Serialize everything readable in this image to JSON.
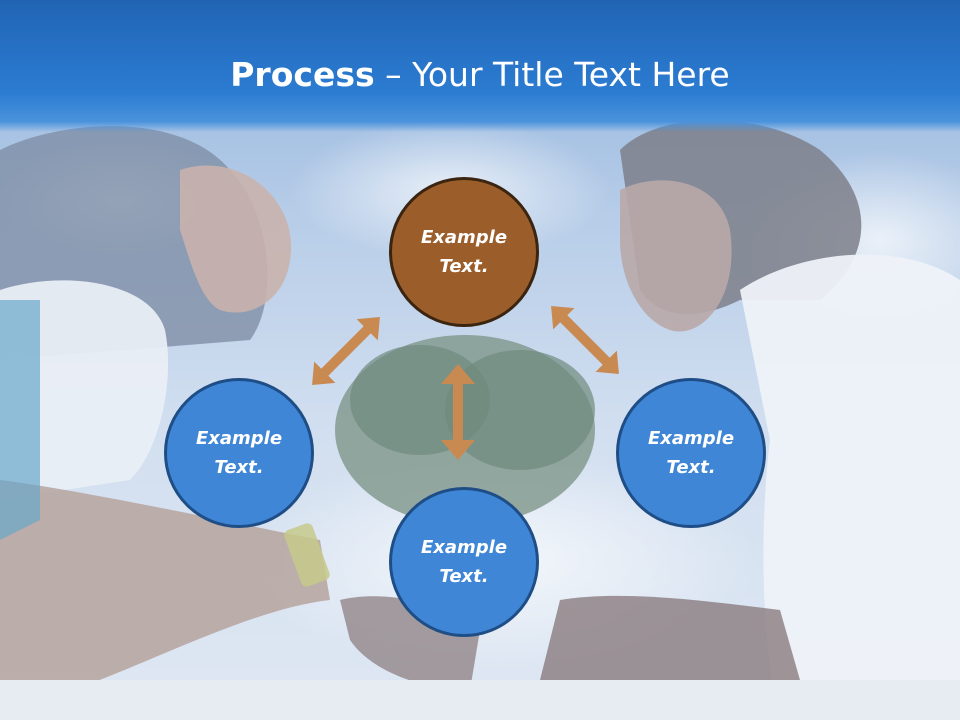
{
  "title": {
    "bold_part": "Process",
    "rest_part": " – Your Title Text Here"
  },
  "nodes": {
    "top": "Example Text.",
    "left": "Example Text.",
    "right": "Example Text.",
    "bottom": "Example Text."
  },
  "colors": {
    "title_bar": "#2b7cd2",
    "node_blue": "#3f86d6",
    "node_brown": "#9b5e2a",
    "arrow": "#c98a52"
  }
}
